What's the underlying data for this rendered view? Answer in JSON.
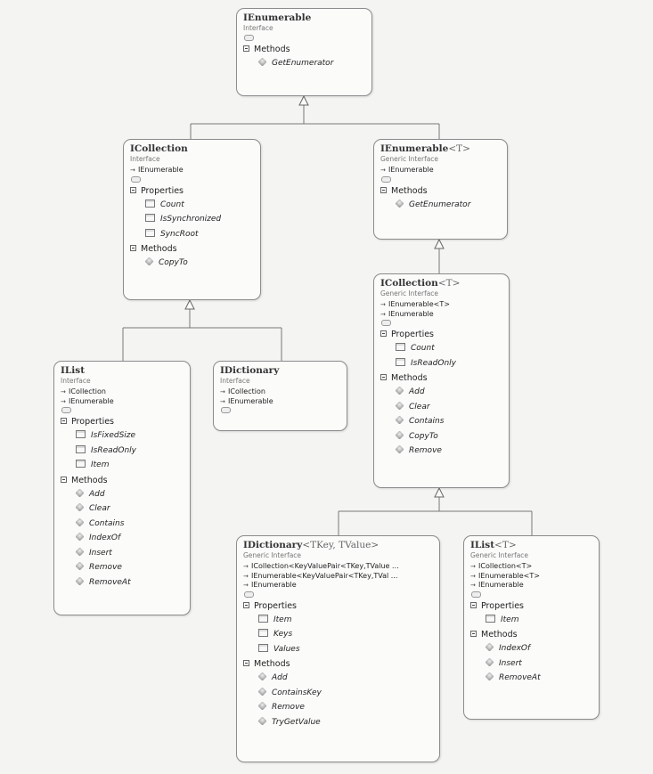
{
  "boxes": [
    {
      "id": "ienumerable",
      "name": "IEnumerable",
      "generic": "",
      "kind": "Interface",
      "inherits": [],
      "properties": [],
      "methods": [
        "GetEnumerator"
      ]
    },
    {
      "id": "icollection",
      "name": "ICollection",
      "generic": "",
      "kind": "Interface",
      "inherits": [
        "IEnumerable"
      ],
      "properties": [
        "Count",
        "IsSynchronized",
        "SyncRoot"
      ],
      "methods": [
        "CopyTo"
      ]
    },
    {
      "id": "ienumerable_t",
      "name": "IEnumerable",
      "generic": "<T>",
      "kind": "Generic Interface",
      "inherits": [
        "IEnumerable"
      ],
      "properties": [],
      "methods": [
        "GetEnumerator"
      ]
    },
    {
      "id": "icollection_t",
      "name": "ICollection",
      "generic": "<T>",
      "kind": "Generic Interface",
      "inherits": [
        "IEnumerable<T>",
        "IEnumerable"
      ],
      "properties": [
        "Count",
        "IsReadOnly"
      ],
      "methods": [
        "Add",
        "Clear",
        "Contains",
        "CopyTo",
        "Remove"
      ]
    },
    {
      "id": "ilist",
      "name": "IList",
      "generic": "",
      "kind": "Interface",
      "inherits": [
        "ICollection",
        "IEnumerable"
      ],
      "properties": [
        "IsFixedSize",
        "IsReadOnly",
        "Item"
      ],
      "methods": [
        "Add",
        "Clear",
        "Contains",
        "IndexOf",
        "Insert",
        "Remove",
        "RemoveAt"
      ]
    },
    {
      "id": "idictionary",
      "name": "IDictionary",
      "generic": "",
      "kind": "Interface",
      "inherits": [
        "ICollection",
        "IEnumerable"
      ],
      "properties": [],
      "methods": []
    },
    {
      "id": "idictionary_tk",
      "name": "IDictionary",
      "generic": "<TKey, TValue>",
      "kind": "Generic Interface",
      "inherits": [
        "ICollection<KeyValuePair<TKey,TValue ...",
        "IEnumerable<KeyValuePair<TKey,TVal ...",
        "IEnumerable"
      ],
      "properties": [
        "Item",
        "Keys",
        "Values"
      ],
      "methods": [
        "Add",
        "ContainsKey",
        "Remove",
        "TryGetValue"
      ]
    },
    {
      "id": "ilist_t",
      "name": "IList",
      "generic": "<T>",
      "kind": "Generic Interface",
      "inherits": [
        "ICollection<T>",
        "IEnumerable<T>",
        "IEnumerable"
      ],
      "properties": [
        "Item"
      ],
      "methods": [
        "IndexOf",
        "Insert",
        "RemoveAt"
      ]
    }
  ],
  "labels": {
    "properties": "Properties",
    "methods": "Methods"
  }
}
